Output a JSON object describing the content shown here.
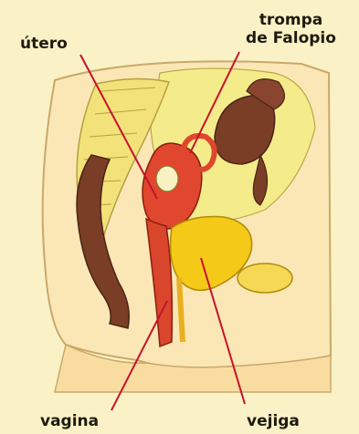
{
  "labels": {
    "utero": "útero",
    "trompa_line1": "trompa",
    "trompa_line2": "de Falopio",
    "vagina": "vagina",
    "vejiga": "vejiga"
  },
  "colors": {
    "background": "#faf2c6",
    "pointer_line": "#c8102e",
    "uterus": "#e0472e",
    "bladder": "#f5c918",
    "intestine": "#7a3d26",
    "skin": "#fbe7b5",
    "spine": "#f3e27a",
    "peritoneum": "#f4ec8a"
  }
}
